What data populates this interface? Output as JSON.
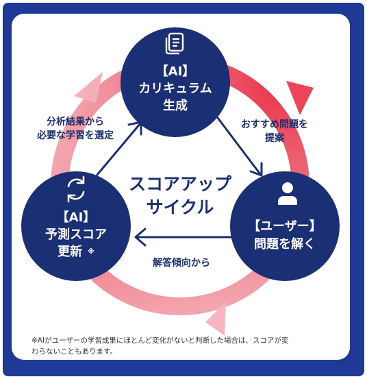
{
  "center_title": [
    "スコアアップ",
    "サイクル"
  ],
  "nodes": {
    "top": {
      "tag": "【AI】",
      "lines": [
        "カリキュラム",
        "生成"
      ],
      "icon": "document-icon"
    },
    "left": {
      "tag": "【AI】",
      "lines": [
        "予測スコア",
        "更新"
      ],
      "mark": "※",
      "icon": "refresh-icon"
    },
    "right": {
      "tag": "【ユーザー】",
      "lines": [
        "問題を解く"
      ],
      "icon": "user-icon"
    }
  },
  "edges": {
    "top_to_right": [
      "おすすめ問題を",
      "提案"
    ],
    "right_to_left": [
      "解答傾向から"
    ],
    "left_to_top": [
      "分析結果から",
      "必要な学習を選定"
    ]
  },
  "footnote": [
    "※AIがユーザーの学習成果にほとんど変化がないと判断した場合は、スコアが変",
    "わらないこともあります。"
  ],
  "colors": {
    "navy": "#1b2f74",
    "frame": "#1e3a96",
    "ring": "#e8243a"
  }
}
